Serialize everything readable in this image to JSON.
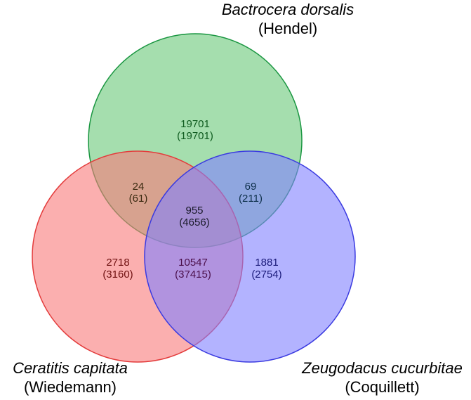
{
  "sets": [
    {
      "id": "bactrocera",
      "species": "Bactrocera dorsalis",
      "authority": "(Hendel)",
      "fill": "#7fd08c",
      "stroke": "#1a9641"
    },
    {
      "id": "ceratitis",
      "species": "Ceratitis capitata",
      "authority": "(Wiedemann)",
      "fill": "#f87a7a",
      "stroke": "#e33b3b"
    },
    {
      "id": "zeugodacus",
      "species": "Zeugodacus cucurbitae",
      "authority": "(Coquillett)",
      "fill": "#8080ff",
      "stroke": "#3a3ae0"
    }
  ],
  "regions": [
    {
      "id": "bactrocera-only",
      "count": "19701",
      "total": "(19701)",
      "color": "#0e5a1e"
    },
    {
      "id": "bactrocera-ceratitis",
      "count": "24",
      "total": "(61)",
      "color": "#3b2a10"
    },
    {
      "id": "bactrocera-zeugodacus",
      "count": "69",
      "total": "(211)",
      "color": "#0d2f4a"
    },
    {
      "id": "all-three",
      "count": "955",
      "total": "(4656)",
      "color": "#1a1a2a"
    },
    {
      "id": "ceratitis-only",
      "count": "2718",
      "total": "(3160)",
      "color": "#6e1010"
    },
    {
      "id": "ceratitis-zeugodacus",
      "count": "10547",
      "total": "(37415)",
      "color": "#4a0f4a"
    },
    {
      "id": "zeugodacus-only",
      "count": "1881",
      "total": "(2754)",
      "color": "#1a1a7a"
    }
  ]
}
